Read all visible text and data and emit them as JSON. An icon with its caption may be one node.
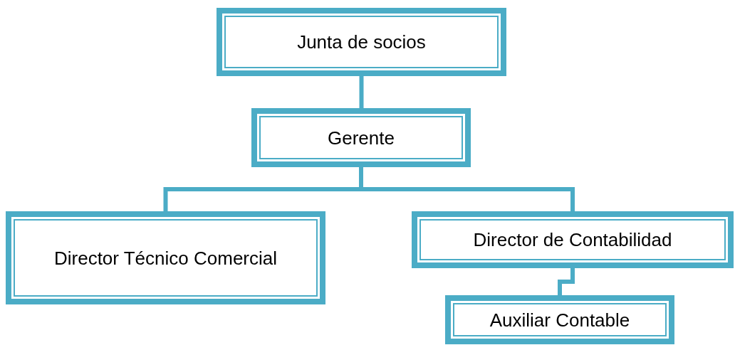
{
  "diagram": {
    "nodes": [
      {
        "text": [
          "Junta de socios"
        ]
      },
      {
        "text": [
          "Gerente"
        ]
      },
      {
        "text": [
          "Director Técnico Comercial"
        ]
      },
      {
        "text": [
          "Director de Contabilidad"
        ]
      },
      {
        "text": [
          "Auxiliar Contable"
        ]
      }
    ],
    "edges": [
      {
        "from": 0,
        "to": 1,
        "arrow": "none"
      },
      {
        "from": 1,
        "to": 2,
        "arrow": "none"
      },
      {
        "from": 1,
        "to": 3,
        "arrow": "none"
      },
      {
        "from": 3,
        "to": 4,
        "arrow": "none"
      }
    ]
  }
}
